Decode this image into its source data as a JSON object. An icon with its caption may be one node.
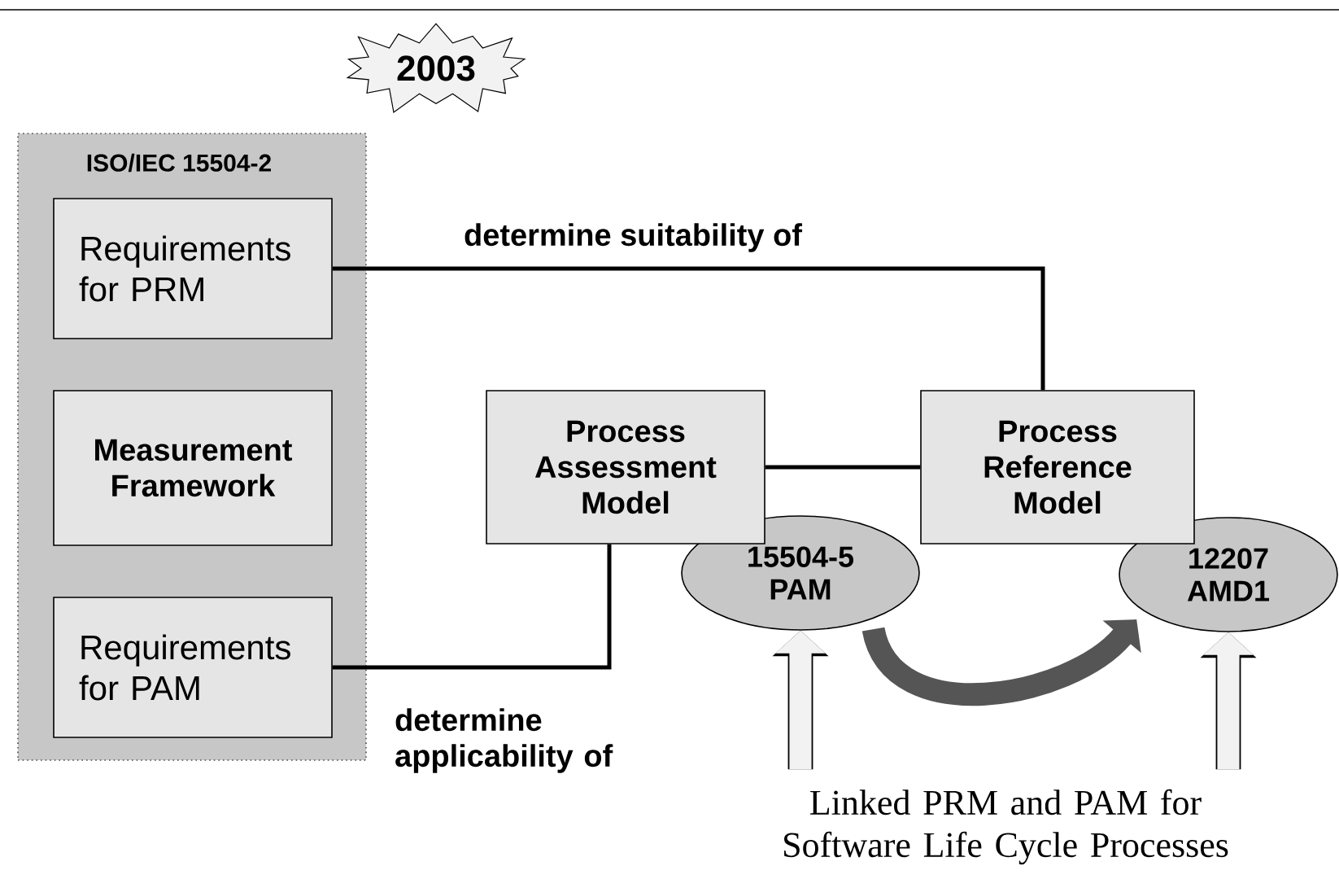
{
  "diagram": {
    "nodes": [
      {
        "text": [
          "2003"
        ]
      },
      {
        "text": [
          "ISO/IEC 15504-2"
        ]
      },
      {
        "text": [
          "Requirements for PRM"
        ],
        "in": 1
      },
      {
        "text": [
          "Measurement Framework"
        ],
        "in": 1
      },
      {
        "text": [
          "Requirements for PAM"
        ],
        "in": 1
      },
      {
        "text": [
          "Process Assessment Model"
        ]
      },
      {
        "text": [
          "Process Reference Model"
        ]
      },
      {
        "text": [
          "15504-5 PAM"
        ]
      },
      {
        "text": [
          "12207 AMD1"
        ]
      },
      {
        "text": [
          "Linked PRM and PAM for Software Life Cycle Processes"
        ]
      }
    ],
    "edges": [
      {
        "from": 2,
        "to": 6,
        "arrow": "none",
        "label": "determine suitability of"
      },
      {
        "from": 4,
        "to": 5,
        "arrow": "none",
        "label": "determine applicability of"
      },
      {
        "from": 5,
        "to": 6,
        "arrow": "none"
      },
      {
        "from": 9,
        "to": 7,
        "arrow": "to",
        "style": "thick",
        "color": "#f2f2f2"
      },
      {
        "from": 9,
        "to": 8,
        "arrow": "to",
        "style": "thick",
        "color": "#f2f2f2"
      },
      {
        "from": 7,
        "to": 8,
        "arrow": "to",
        "style": "thick",
        "color": "#555555"
      }
    ]
  }
}
